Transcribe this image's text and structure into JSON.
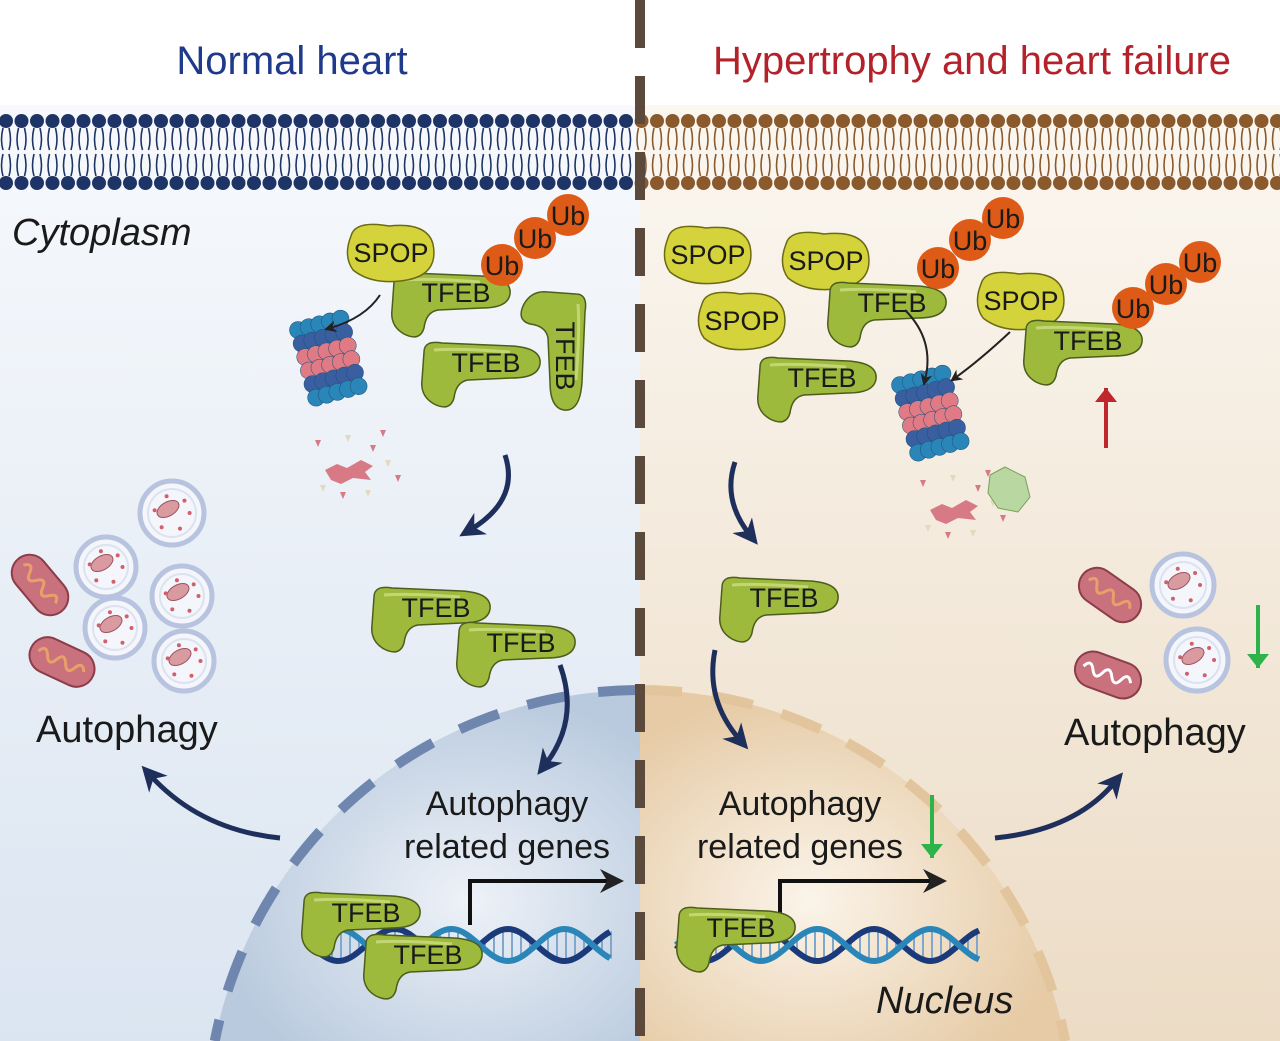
{
  "panels": {
    "left": {
      "title": "Normal heart"
    },
    "right": {
      "title": "Hypertrophy and heart failure"
    }
  },
  "labels": {
    "cytoplasm": "Cytoplasm",
    "nucleus": "Nucleus",
    "autophagy": "Autophagy",
    "genes_line1": "Autophagy",
    "genes_line2": "related genes"
  },
  "proteins": {
    "spop": "SPOP",
    "tfeb": "TFEB",
    "ub": "Ub"
  },
  "colors": {
    "left_title": "#1f3a8a",
    "right_title": "#b3222a",
    "tfeb": "#9dba3c",
    "spop": "#d4d33c",
    "ub": "#dd5a17",
    "increase_arrow": "#c0272d",
    "decrease_arrow": "#2db34a"
  }
}
